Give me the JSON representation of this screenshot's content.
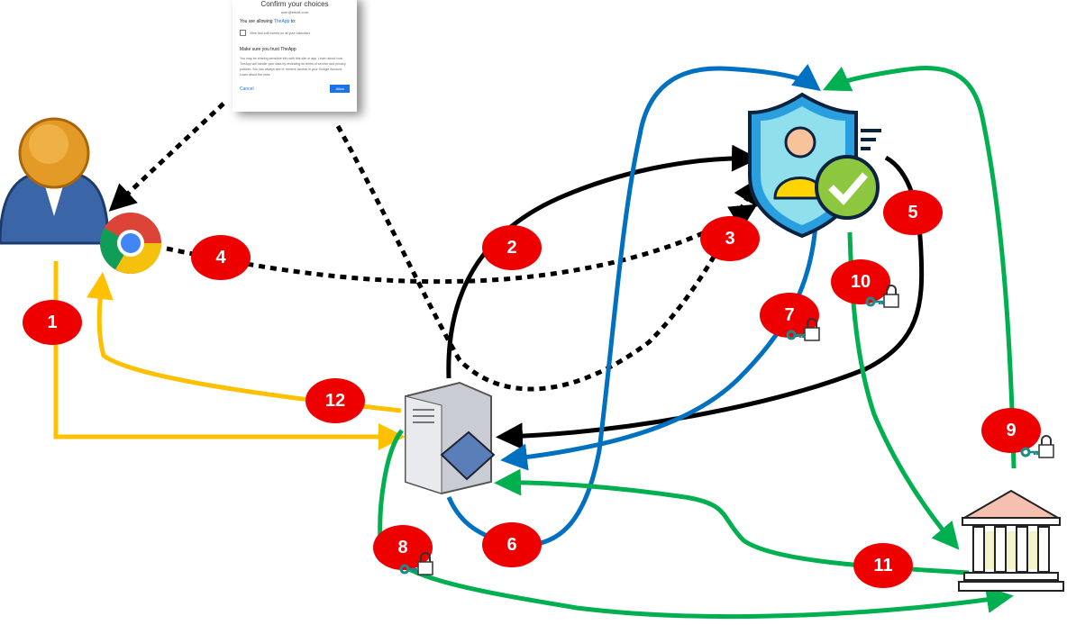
{
  "dialog": {
    "title": "Confirm your choices",
    "email": "user@email.com",
    "allowing": "You are allowing",
    "app": "TheApp",
    "to": "to:",
    "permission": "View and edit events on all your calendars",
    "trust_heading": "Make sure you trust TheApp",
    "trust_text": "You may be sharing sensitive info with this site or app. Learn about how TheApp will handle your data by reviewing its terms of service and privacy policies. You can always see or remove access in your Google Account.",
    "learn": "Learn about the risks",
    "cancel": "Cancel",
    "allow": "Allow"
  },
  "colors": {
    "user_flow": "#ffc000",
    "black": "#000000",
    "blue": "#0070c0",
    "green": "#00b050",
    "badge": "#e60000"
  },
  "icons": [
    "user-avatar",
    "chrome-browser",
    "authorization-server-shield",
    "app-server",
    "bank",
    "lock-key"
  ],
  "badges": [
    "1",
    "2",
    "3",
    "4",
    "5",
    "6",
    "7",
    "8",
    "9",
    "10",
    "11",
    "12"
  ]
}
